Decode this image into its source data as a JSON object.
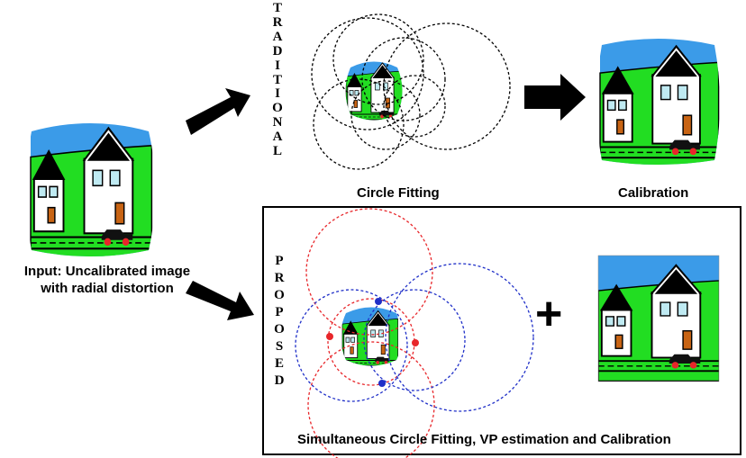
{
  "labels": {
    "input": [
      "Input: Uncalibrated image",
      "with radial distortion"
    ],
    "circle_fitting": "Circle Fitting",
    "calibration": "Calibration",
    "proposed_caption": "Simultaneous Circle Fitting, VP estimation and Calibration",
    "plus": "+"
  },
  "vertical_words": {
    "traditional": [
      "T",
      "R",
      "A",
      "D",
      "I",
      "T",
      "I",
      "O",
      "N",
      "A",
      "L"
    ],
    "proposed": [
      "P",
      "R",
      "O",
      "P",
      "O",
      "S",
      "E",
      "D"
    ]
  },
  "colors": {
    "sky": "#3b9be8",
    "grass": "#22dd22",
    "red_circles": "#e8262a",
    "blue_circles": "#1f2fc8",
    "arrows": "#000000"
  }
}
